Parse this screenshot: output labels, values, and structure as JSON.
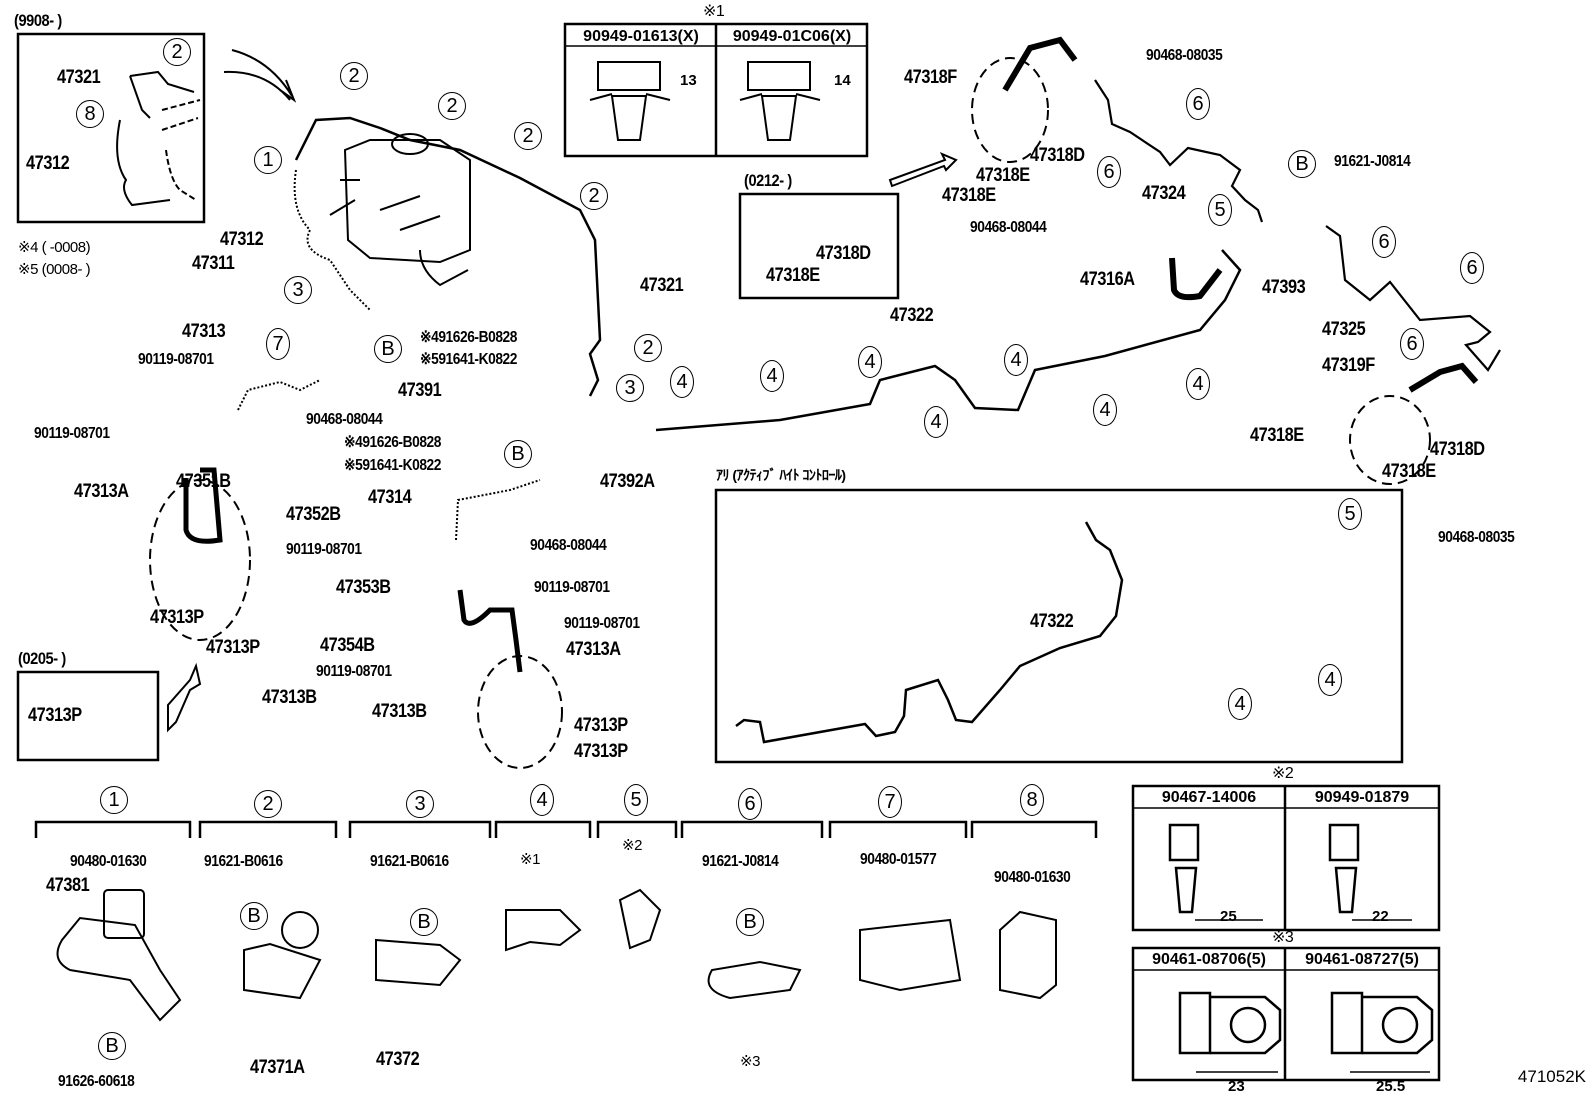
{
  "diagram": {
    "catalog_number": "471052K",
    "subject": "Brake tube & clamp parts diagram",
    "insets": {
      "inset_9908": {
        "period": "(9908-        )",
        "labels": [
          "47321",
          "47312"
        ],
        "clamp_refs": [
          "2",
          "8"
        ]
      },
      "inset_0212": {
        "period": "(0212-        )",
        "labels": [
          "47318E",
          "47318D"
        ]
      },
      "inset_0205": {
        "period": "(0205-        )",
        "labels": [
          "47313P"
        ]
      },
      "inset_active_height": {
        "title": "ｱﾘ (ｱｸﾃｨﾌﾞ ﾊｲﾄ ｺﾝﾄﾛｰﾙ)",
        "labels": [
          "47322"
        ],
        "clamp_refs": [
          "5",
          "4",
          "4"
        ]
      }
    },
    "notes": {
      "note4": "※4 (    -0008)",
      "note5": "※5 (0008-    )"
    },
    "ref_tables": {
      "mark1": {
        "mark": "※1",
        "cols": [
          {
            "part": "90949-01613(X)",
            "dimension": "13"
          },
          {
            "part": "90949-01C06(X)",
            "dimension": "14"
          }
        ]
      },
      "mark2": {
        "mark": "※2",
        "cols": [
          {
            "part": "90467-14006",
            "dimension": "25"
          },
          {
            "part": "90949-01879",
            "dimension": "22"
          }
        ]
      },
      "mark3": {
        "mark": "※3",
        "cols": [
          {
            "part": "90461-08706(5)",
            "dimension": "23"
          },
          {
            "part": "90461-08727(5)",
            "dimension": "25.5"
          }
        ]
      }
    },
    "main_labels": {
      "p47312": "47312",
      "p47311": "47311",
      "p47321": "47321",
      "p47313": "47313",
      "p90119_a": "90119-08701",
      "p90119_b": "90119-08701",
      "p90119_c": "90119-08701",
      "p90119_d": "90119-08701",
      "p90119_e": "90119-08701",
      "p90119_f": "90119-08701",
      "p90468_a": "90468-08044",
      "p90468_b": "90468-08044",
      "p90468_c": "90468-08044",
      "p47391": "47391",
      "b1a": "※491626-B0828",
      "b1b": "※591641-K0822",
      "b2a": "※491626-B0828",
      "b2b": "※591641-K0822",
      "p47351B": "47351B",
      "p47313A_a": "47313A",
      "p47313A_b": "47313A",
      "p47352B": "47352B",
      "p47392A": "47392A",
      "p47314": "47314",
      "p47313P_a": "47313P",
      "p47313P_b": "47313P",
      "p47313P_c": "47313P",
      "p47313P_d": "47313P",
      "p47313B_a": "47313B",
      "p47313B_b": "47313B",
      "p47353B": "47353B",
      "p47354B": "47354B",
      "p47322": "47322",
      "p47318F": "47318F",
      "p90468_08035_a": "90468-08035",
      "p90468_08035_b": "90468-08035",
      "p47318D_a": "47318D",
      "p47318E_a": "47318E",
      "p47318E_b": "47318E",
      "p47324": "47324",
      "p91621_J0814": "91621-J0814",
      "p47316A": "47316A",
      "p47393": "47393",
      "p47325": "47325",
      "p47319F": "47319F",
      "p47318E_c": "47318E",
      "p47318E_d": "47318E",
      "p47318D_b": "47318D"
    },
    "clamp_legend": [
      {
        "ref": "1",
        "parts": [
          "90480-01630",
          "47381",
          "91626-60618"
        ],
        "bolt": "B"
      },
      {
        "ref": "2",
        "parts": [
          "91621-B0616",
          "47371A"
        ],
        "bolt": "B"
      },
      {
        "ref": "3",
        "parts": [
          "91621-B0616",
          "47372"
        ],
        "bolt": "B"
      },
      {
        "ref": "4",
        "parts": [
          "※1"
        ]
      },
      {
        "ref": "5",
        "parts": [
          "※2"
        ]
      },
      {
        "ref": "6",
        "parts": [
          "91621-J0814",
          "※3"
        ],
        "bolt": "B"
      },
      {
        "ref": "7",
        "parts": [
          "90480-01577"
        ]
      },
      {
        "ref": "8",
        "parts": [
          "90480-01630"
        ]
      }
    ],
    "bolt_mark": "B",
    "circled_refs": {
      "r1": "1",
      "r2": "2",
      "r3": "3",
      "r4": "4",
      "r5": "5",
      "r6": "6",
      "r7": "7",
      "r8": "8"
    }
  }
}
